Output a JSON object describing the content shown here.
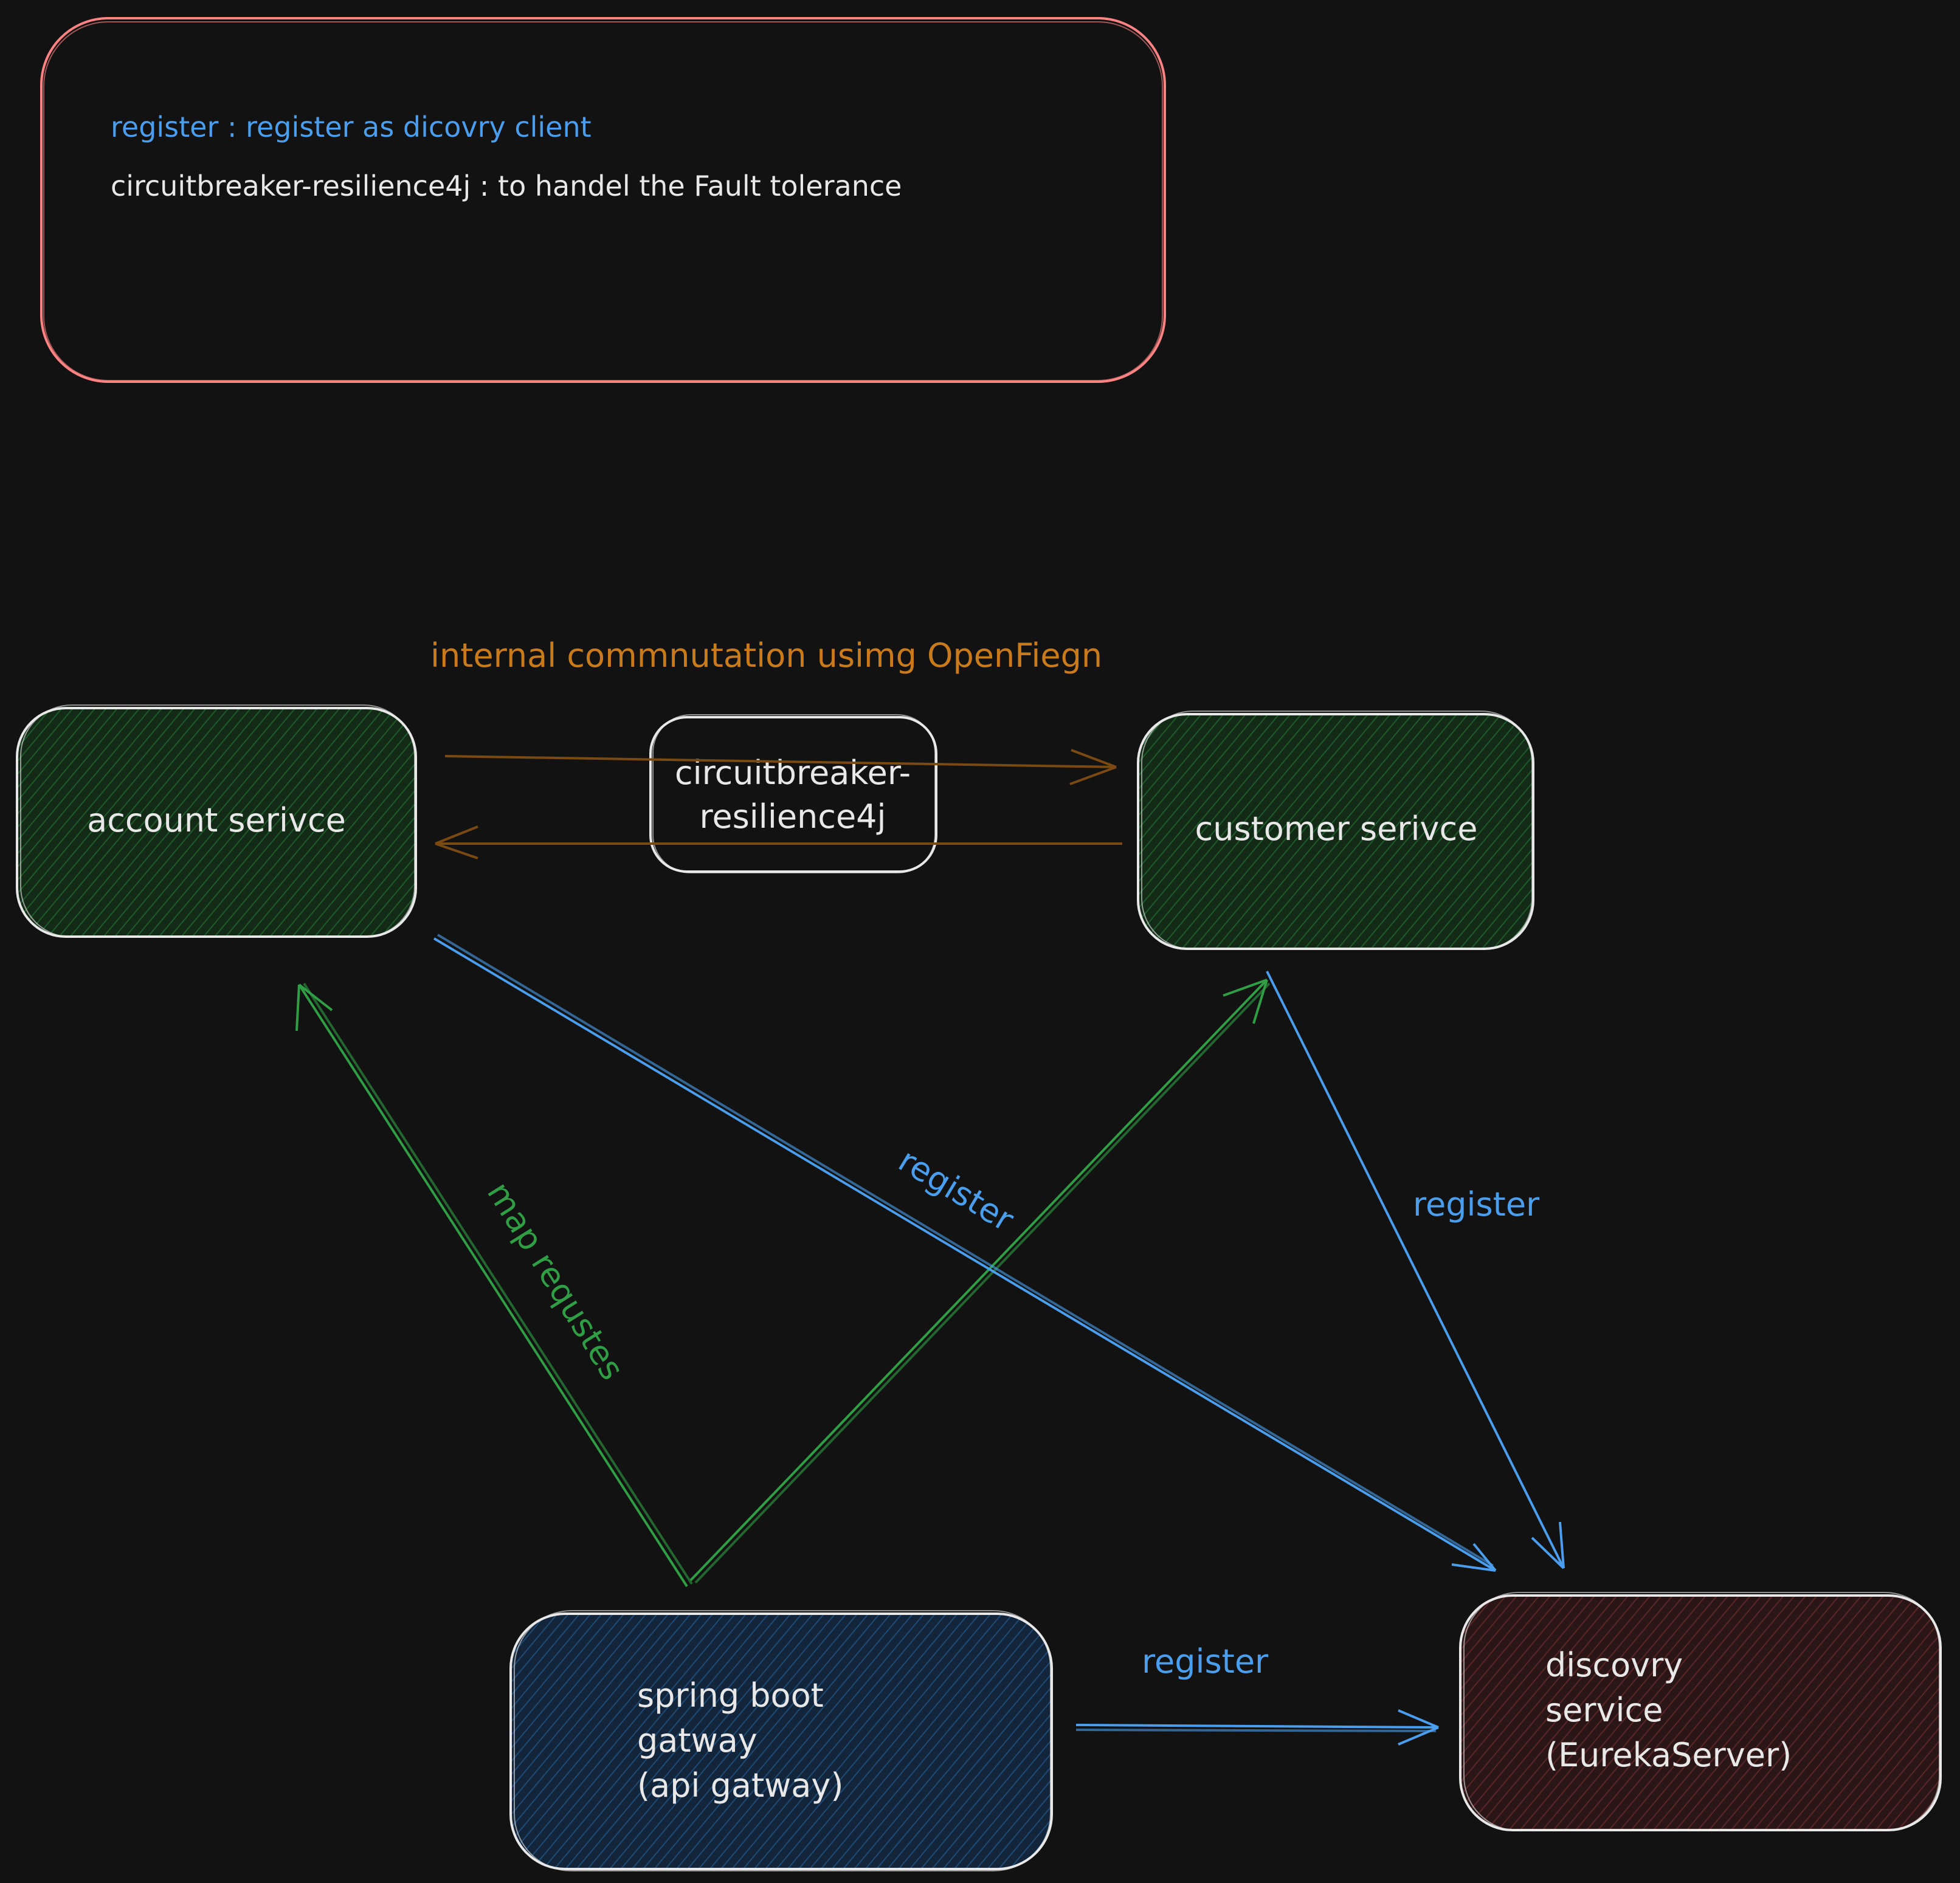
{
  "legend": {
    "line1": "register : register as dicovry client",
    "line2": "circuitbreaker-resilience4j : to handel the Fault tolerance"
  },
  "boxes": {
    "account": {
      "label": "account serivce"
    },
    "customer": {
      "label": "customer serivce"
    },
    "circuit": {
      "line1": "circuitbreaker-",
      "line2": "resilience4j"
    },
    "gateway": {
      "line1": "spring boot",
      "line2": "gatway",
      "line3": "(api gatway)"
    },
    "discovery": {
      "line1": "discovry",
      "line2": "service",
      "line3": "(EurekaServer)"
    }
  },
  "labels": {
    "internal": "internal commnutation usimg OpenFiegn",
    "map_requests": "map requstes",
    "register_diag": "register",
    "register_right": "register",
    "register_bottom": "register"
  },
  "colors": {
    "background": "#121212",
    "legend_border": "#ff8383",
    "blue": "#4a9eed",
    "green": "#2f9e44",
    "orange": "#c97a1a",
    "white": "#e8e8e8",
    "account_fill": "#1a3d20",
    "gateway_fill": "#173a5a",
    "discovery_fill": "#4a2020"
  }
}
